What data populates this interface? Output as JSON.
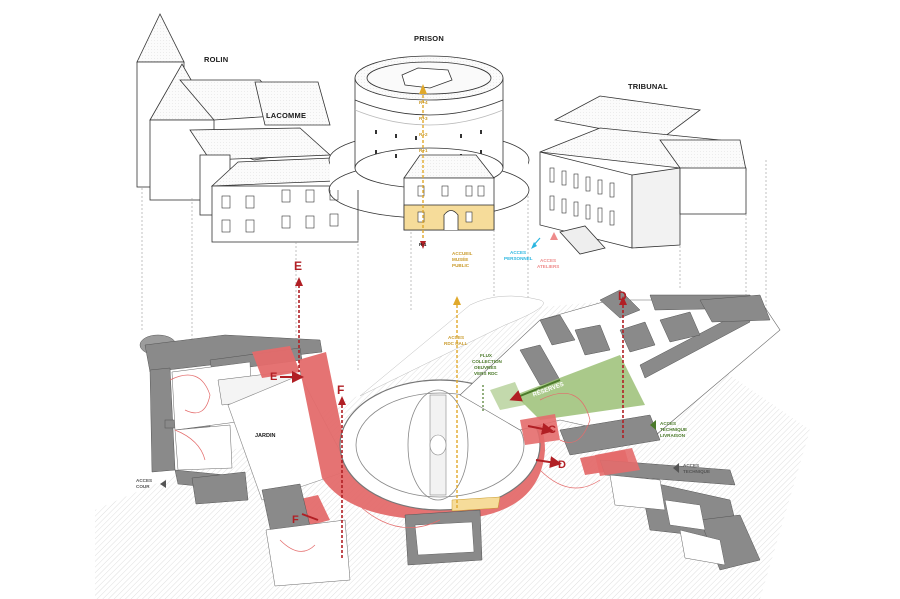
{
  "buildings": {
    "prison": "PRISON",
    "rolin": "ROLIN",
    "lacomme": "LACOMME",
    "tribunal": "TRIBUNAL"
  },
  "levels": [
    "R+4",
    "R+3",
    "R+2",
    "R+1",
    "R-1"
  ],
  "access": {
    "accueil": [
      "ACCUEIL",
      "MUSÉE",
      "PUBLIC"
    ],
    "personnel": [
      "ACCES",
      "PERSONNEL"
    ],
    "ateliers": [
      "ACCES",
      "ATELIERS"
    ],
    "rdc_hall": [
      "ACCES",
      "RDC HALL"
    ],
    "flux": [
      "FLUX",
      "COLLECTION",
      "OEUVRES",
      "VERS RDC"
    ],
    "technique_livraison": [
      "ACCES",
      "TECHNIQUE",
      "LIVRAISON"
    ],
    "technique": [
      "ACCES",
      "TECHNIQUE"
    ],
    "cour": [
      "ACCES",
      "COUR"
    ]
  },
  "plan": {
    "jardin": "JARDIN",
    "reserves": "RÉSERVES"
  },
  "markers": {
    "c": "C",
    "d": "D",
    "e": "E",
    "f": "F"
  },
  "colors": {
    "circulation_red": "#e46c6c",
    "arrow_red": "#b11f24",
    "accueil_orange": "#e0a92b",
    "accueil_fill": "#f6dc9a",
    "reserves_green": "#9bbf75",
    "flux_green": "#4b7a2a",
    "personnel_cyan": "#2bb6e0",
    "ateliers_pink": "#ee8b8b",
    "wall_dark": "#7a7a7a"
  }
}
